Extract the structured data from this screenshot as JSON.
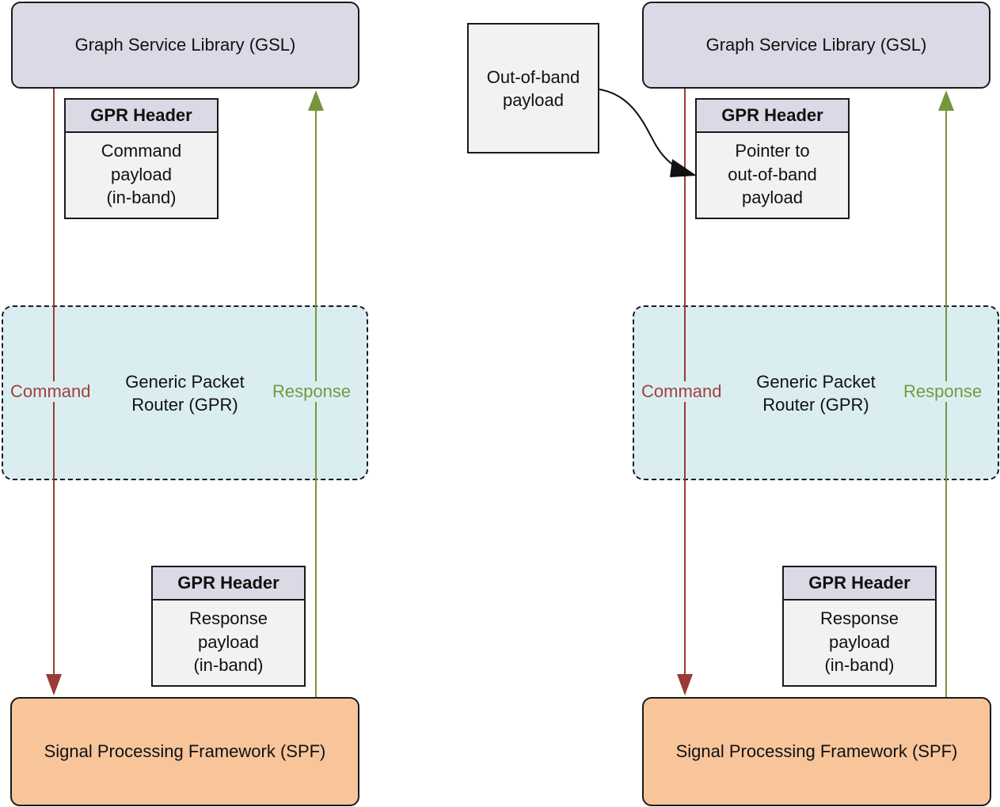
{
  "colors": {
    "command": "#9a3b33",
    "response": "#76963c",
    "gsl_fill": "#ddd8e5",
    "spf_fill": "#f8c59b",
    "gpr_fill": "#daeef2",
    "payload_fill": "#f2f2f2"
  },
  "left": {
    "gsl": "Graph Service Library (GSL)",
    "gpr_line1": "Generic Packet",
    "gpr_line2": "Router (GPR)",
    "spf": "Signal Processing Framework (SPF)",
    "command_label": "Command",
    "response_label": "Response",
    "cmd_packet": {
      "header": "GPR Header",
      "lines": [
        "Command",
        "payload",
        "(in-band)"
      ]
    },
    "rsp_packet": {
      "header": "GPR Header",
      "lines": [
        "Response",
        "payload",
        "(in-band)"
      ]
    }
  },
  "right": {
    "gsl": "Graph Service Library (GSL)",
    "gpr_line1": "Generic Packet",
    "gpr_line2": "Router (GPR)",
    "spf": "Signal Processing Framework (SPF)",
    "command_label": "Command",
    "response_label": "Response",
    "oob_line1": "Out-of-band",
    "oob_line2": "payload",
    "cmd_packet": {
      "header": "GPR Header",
      "lines": [
        "Pointer to",
        "out-of-band",
        "payload"
      ]
    },
    "rsp_packet": {
      "header": "GPR Header",
      "lines": [
        "Response",
        "payload",
        "(in-band)"
      ]
    }
  }
}
